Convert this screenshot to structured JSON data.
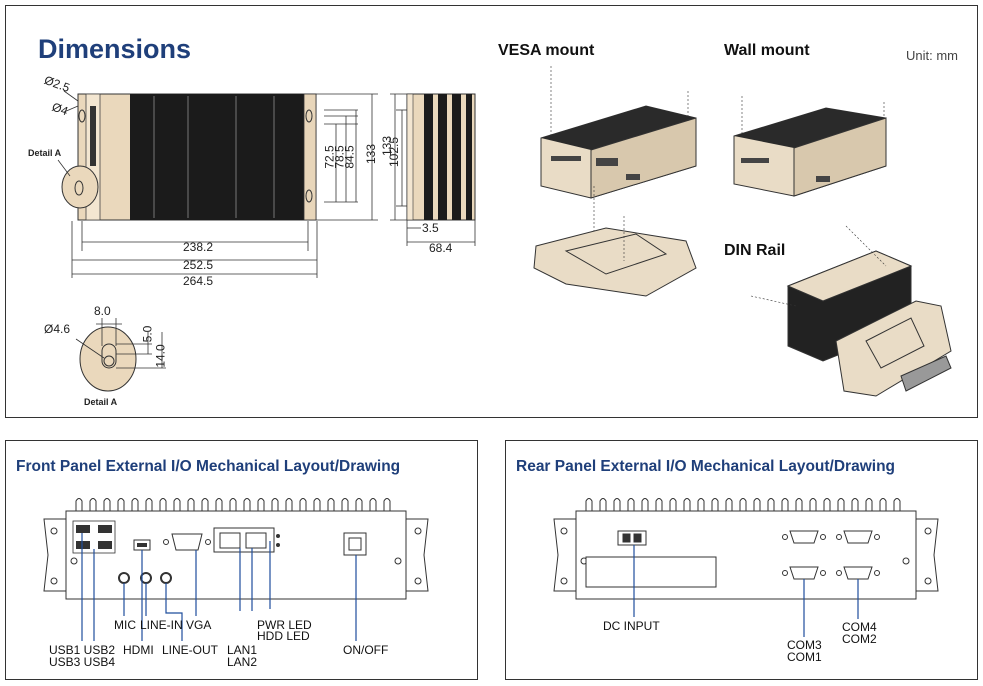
{
  "dimensions": {
    "title": "Dimensions",
    "unit": "Unit: mm",
    "front": {
      "hole_large": "Ø2.5",
      "hole_small": "Ø4",
      "detail_label": "Detail A",
      "width_inner": "238.2",
      "width_mid": "252.5",
      "width_outer": "264.5",
      "h1": "72.5",
      "h2": "78.5",
      "h3": "84.5",
      "h4": "133"
    },
    "side": {
      "h_inner": "102.5",
      "h_outer": "133",
      "depth_small": "3.5",
      "depth": "68.4"
    },
    "detail": {
      "width": "8.0",
      "hole": "Ø4.6",
      "h_small": "5.0",
      "h_large": "14.0",
      "label": "Detail A"
    },
    "mounts": {
      "vesa": "VESA mount",
      "wall": "Wall mount",
      "din": "DIN Rail"
    }
  },
  "front_panel": {
    "title": "Front Panel External I/O Mechanical Layout/Drawing",
    "labels": {
      "usb12": "USB1 USB2",
      "usb34": "USB3 USB4",
      "hdmi": "HDMI",
      "mic": "MIC",
      "line_in": "LINE-IN",
      "vga": "VGA",
      "line_out": "LINE-OUT",
      "lan1": "LAN1",
      "lan2": "LAN2",
      "pwr_led": "PWR LED",
      "hdd_led": "HDD LED",
      "on_off": "ON/OFF"
    }
  },
  "rear_panel": {
    "title": "Rear Panel External I/O Mechanical Layout/Drawing",
    "labels": {
      "dc_input": "DC INPUT",
      "com3": "COM3",
      "com1": "COM1",
      "com4": "COM4",
      "com2": "COM2"
    }
  }
}
